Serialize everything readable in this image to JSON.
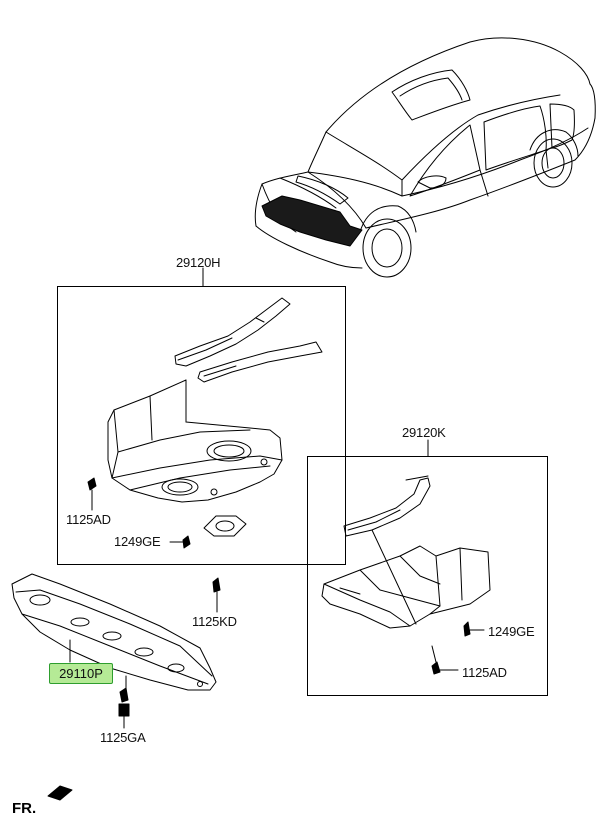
{
  "labels": {
    "h_group": "29120H",
    "k_group": "29120K",
    "ad_left": "1125AD",
    "ge_left": "1249GE",
    "kd": "1125KD",
    "p_main": "29110P",
    "ga": "1125GA",
    "ge_right": "1249GE",
    "ad_right": "1125AD"
  },
  "front_label": "FR.",
  "colors": {
    "highlight_fill": "#b5ea96",
    "highlight_border": "#2e9e2e",
    "line": "#000000"
  }
}
